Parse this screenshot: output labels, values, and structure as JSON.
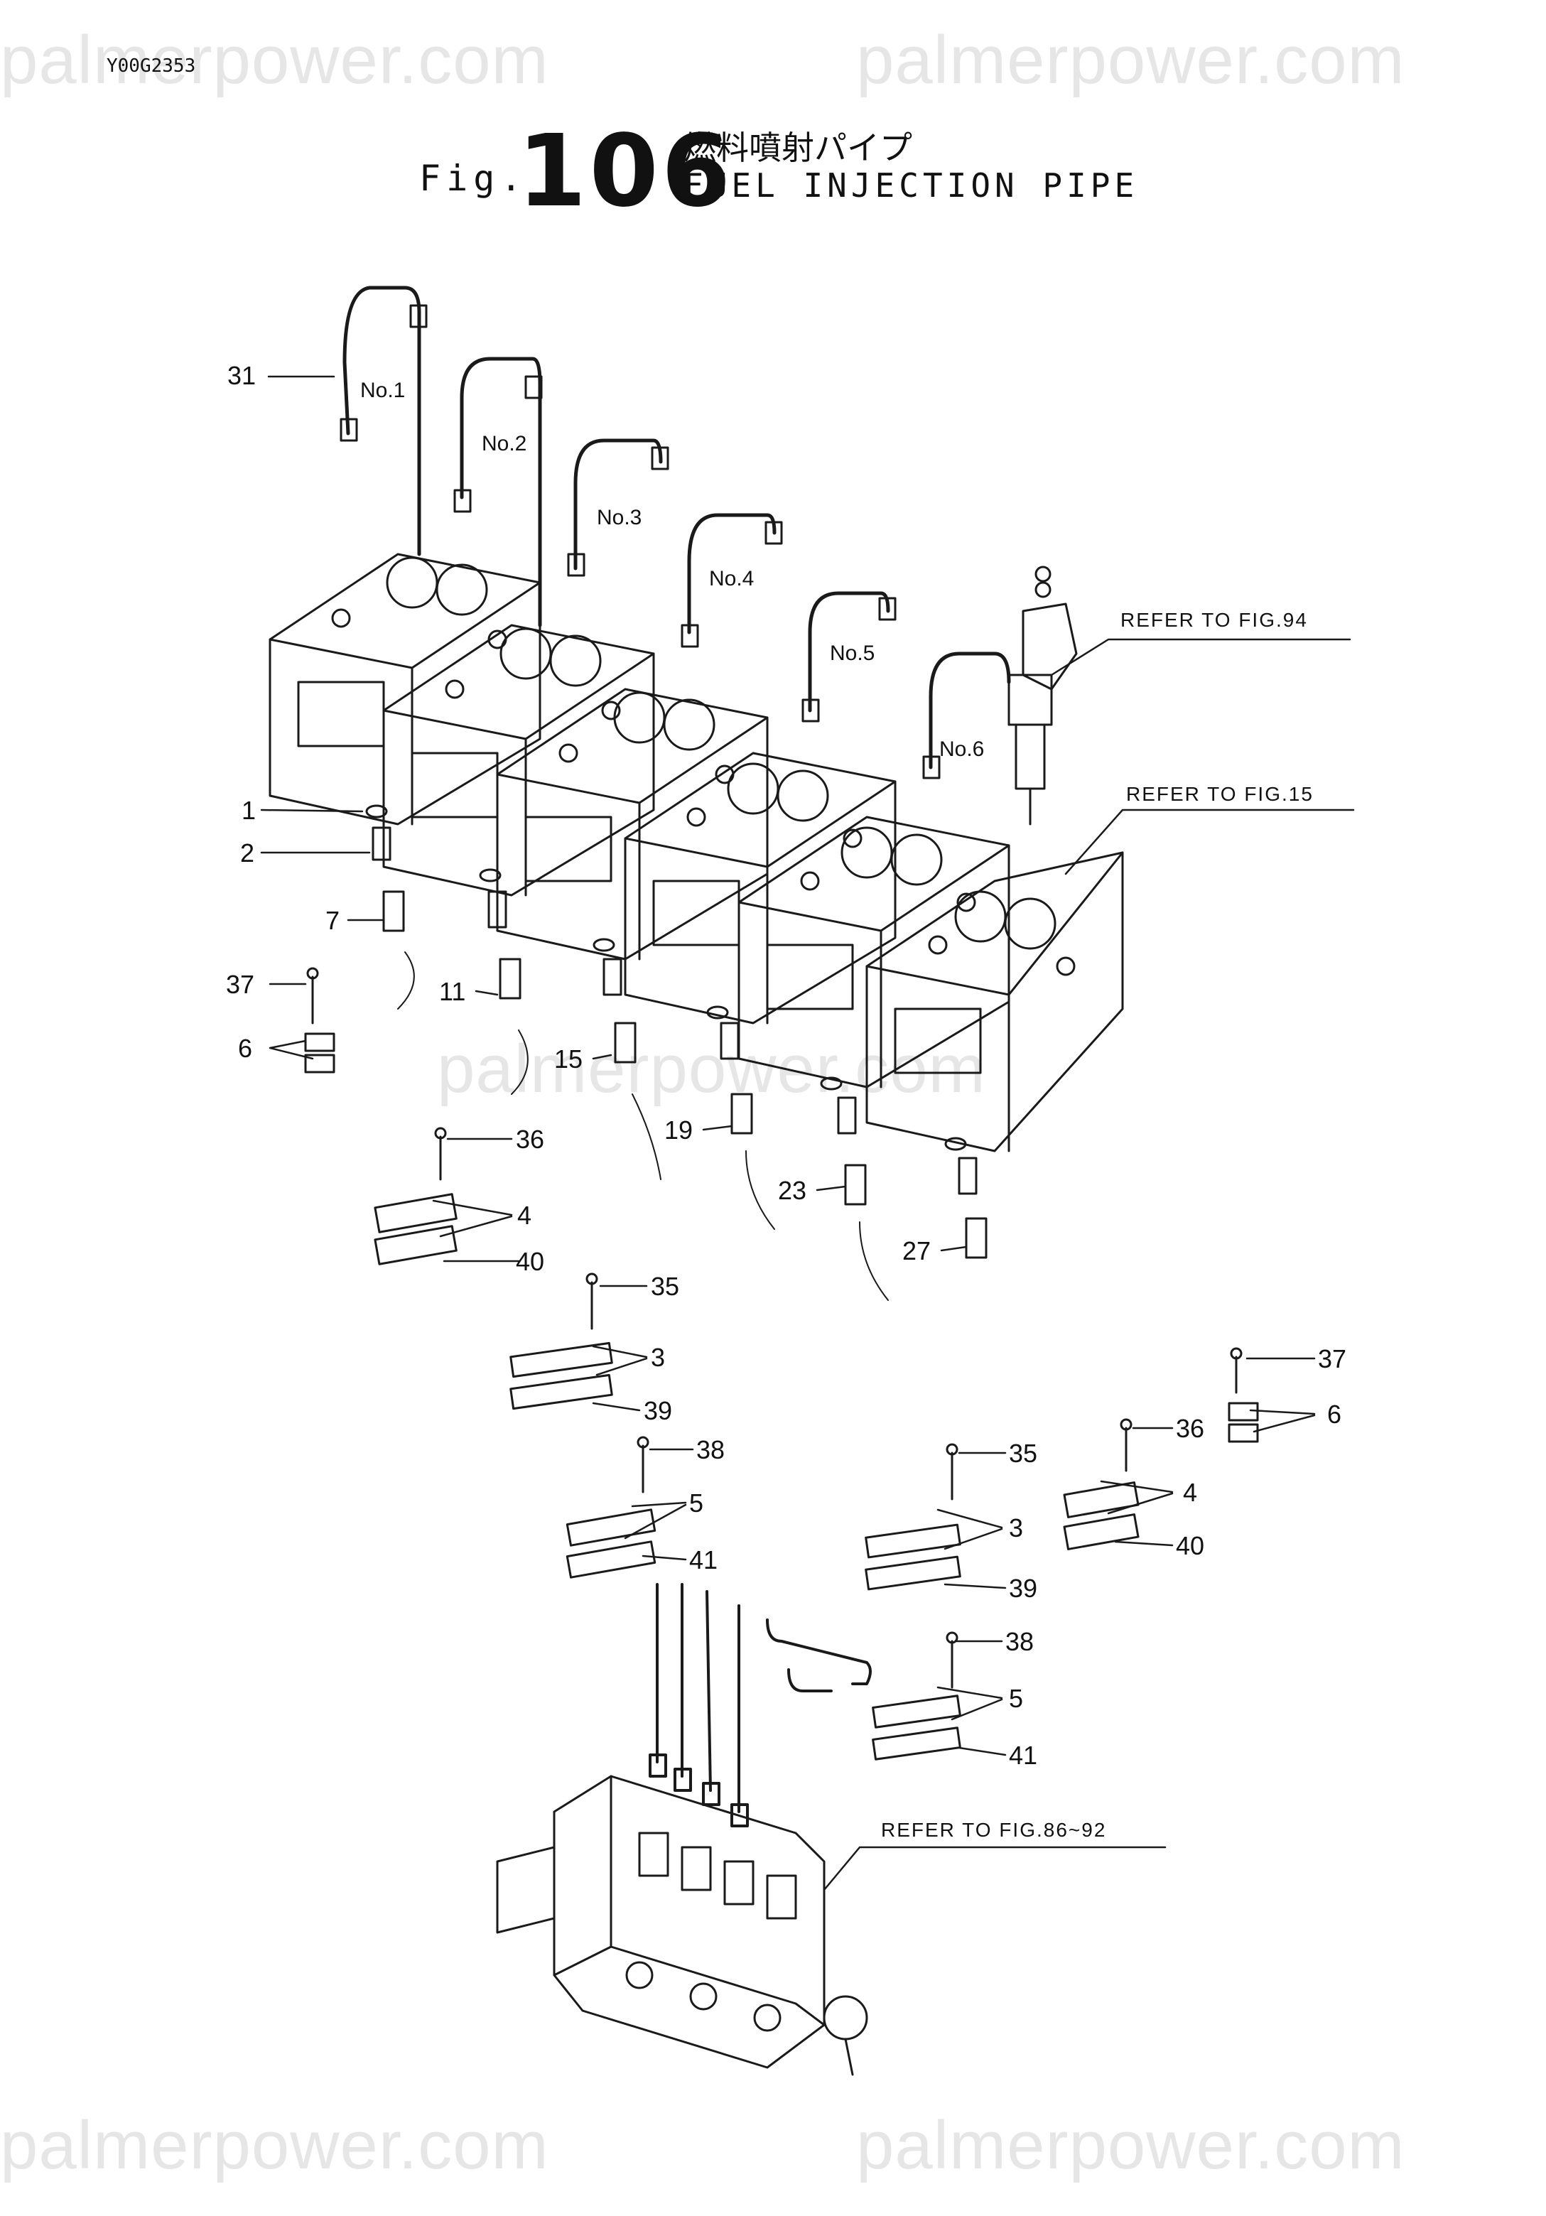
{
  "document": {
    "code": "Y00G2353",
    "fig_prefix": "Fig.",
    "fig_number": "106",
    "title_jp": "燃料噴射パイプ",
    "title_en": "FUEL INJECTION PIPE"
  },
  "watermark": {
    "text": "palmerpower.com"
  },
  "pipe_labels": [
    "No.1",
    "No.2",
    "No.3",
    "No.4",
    "No.5",
    "No.6"
  ],
  "references": {
    "fig94": "REFER TO FIG.94",
    "fig15": "REFER TO FIG.15",
    "fig86_92": "REFER TO FIG.86~92"
  },
  "callouts": {
    "c31": "31",
    "c1": "1",
    "c2": "2",
    "c7": "7",
    "c37a": "37",
    "c6a": "6",
    "c11": "11",
    "c15": "15",
    "c19": "19",
    "c23": "23",
    "c27": "27",
    "c36a": "36",
    "c4a": "4",
    "c40a": "40",
    "c35a": "35",
    "c3a": "3",
    "c39a": "39",
    "c38a": "38",
    "c5a": "5",
    "c41a": "41",
    "c37b": "37",
    "c6b": "6",
    "c36b": "36",
    "c4b": "4",
    "c40b": "40",
    "c35b": "35",
    "c3b": "3",
    "c39b": "39",
    "c38b": "38",
    "c5b": "5",
    "c41b": "41"
  }
}
